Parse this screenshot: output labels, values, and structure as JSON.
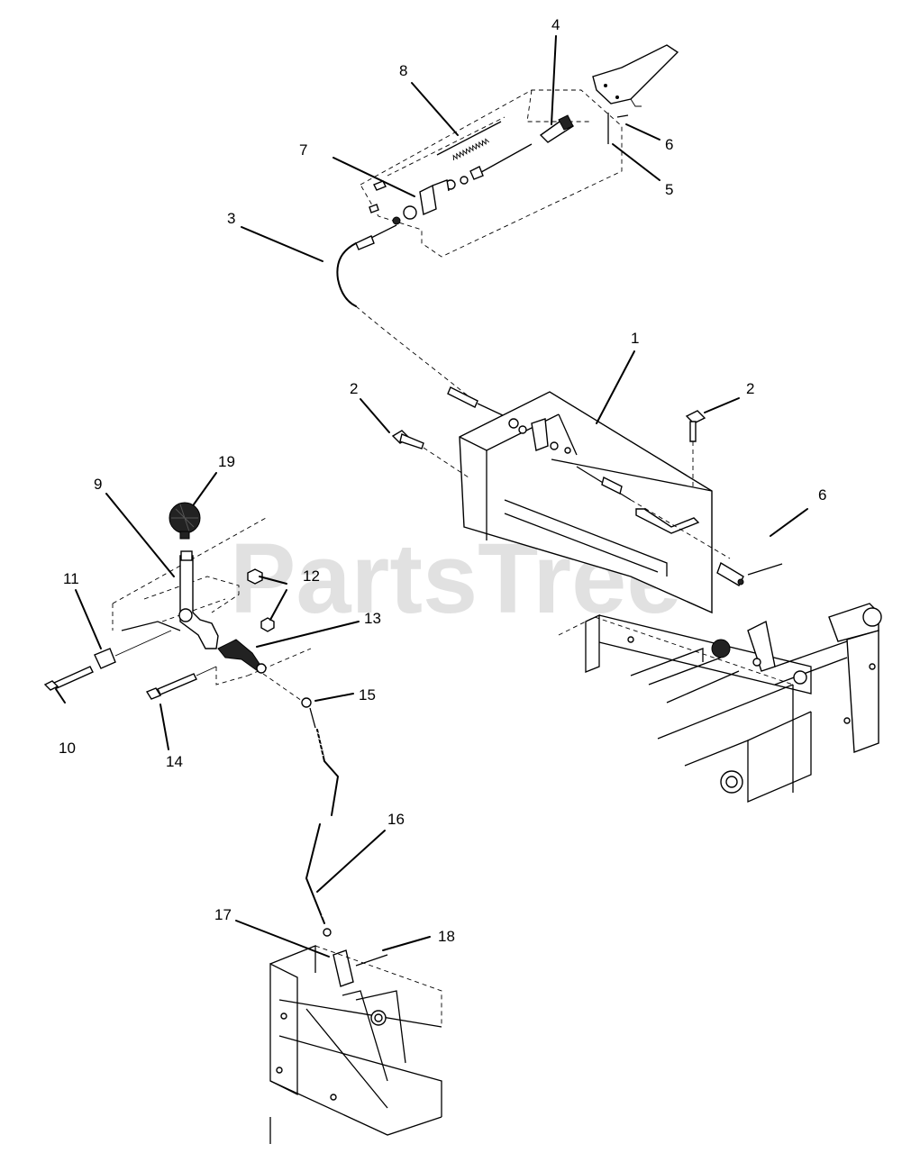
{
  "watermark": {
    "text": "PartsTree",
    "trademark": "TM"
  },
  "callouts": [
    {
      "id": "c1",
      "label": "1"
    },
    {
      "id": "c2a",
      "label": "2"
    },
    {
      "id": "c2b",
      "label": "2"
    },
    {
      "id": "c3",
      "label": "3"
    },
    {
      "id": "c4",
      "label": "4"
    },
    {
      "id": "c5",
      "label": "5"
    },
    {
      "id": "c6a",
      "label": "6"
    },
    {
      "id": "c6b",
      "label": "6"
    },
    {
      "id": "c7",
      "label": "7"
    },
    {
      "id": "c8",
      "label": "8"
    },
    {
      "id": "c9",
      "label": "9"
    },
    {
      "id": "c10",
      "label": "10"
    },
    {
      "id": "c11",
      "label": "11"
    },
    {
      "id": "c12",
      "label": "12"
    },
    {
      "id": "c13",
      "label": "13"
    },
    {
      "id": "c14",
      "label": "14"
    },
    {
      "id": "c15",
      "label": "15"
    },
    {
      "id": "c16",
      "label": "16"
    },
    {
      "id": "c17",
      "label": "17"
    },
    {
      "id": "c18",
      "label": "18"
    },
    {
      "id": "c19",
      "label": "19"
    }
  ]
}
